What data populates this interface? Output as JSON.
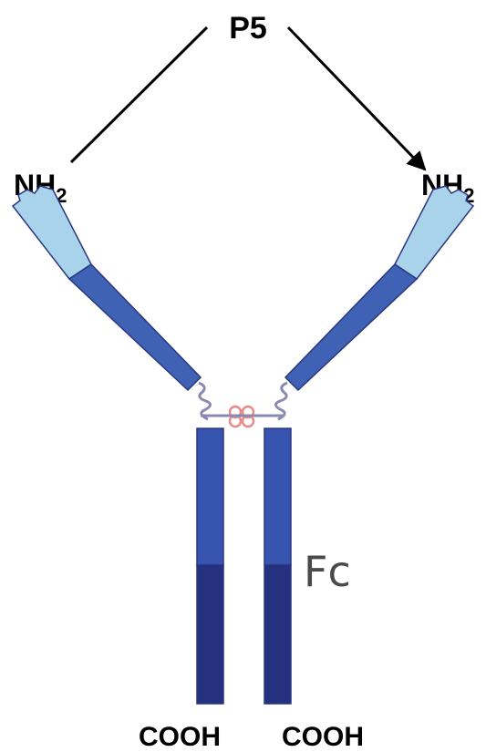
{
  "labels": {
    "top": "P5",
    "n_terminus_left": "NH",
    "n_terminus_left_sub": "2",
    "n_terminus_right": "NH",
    "n_terminus_right_sub": "2",
    "fc_region": "Fc",
    "c_terminus_left": "COOH",
    "c_terminus_right": "COOH"
  },
  "colors": {
    "variable_region": "#a9d3ea",
    "constant_region": "#3f62b5",
    "fc_upper": "#3654b0",
    "fc_lower": "#25307f",
    "hinge": "#8a8ab0",
    "disulfide": "#e88a8a",
    "outline": "#2a3680"
  }
}
